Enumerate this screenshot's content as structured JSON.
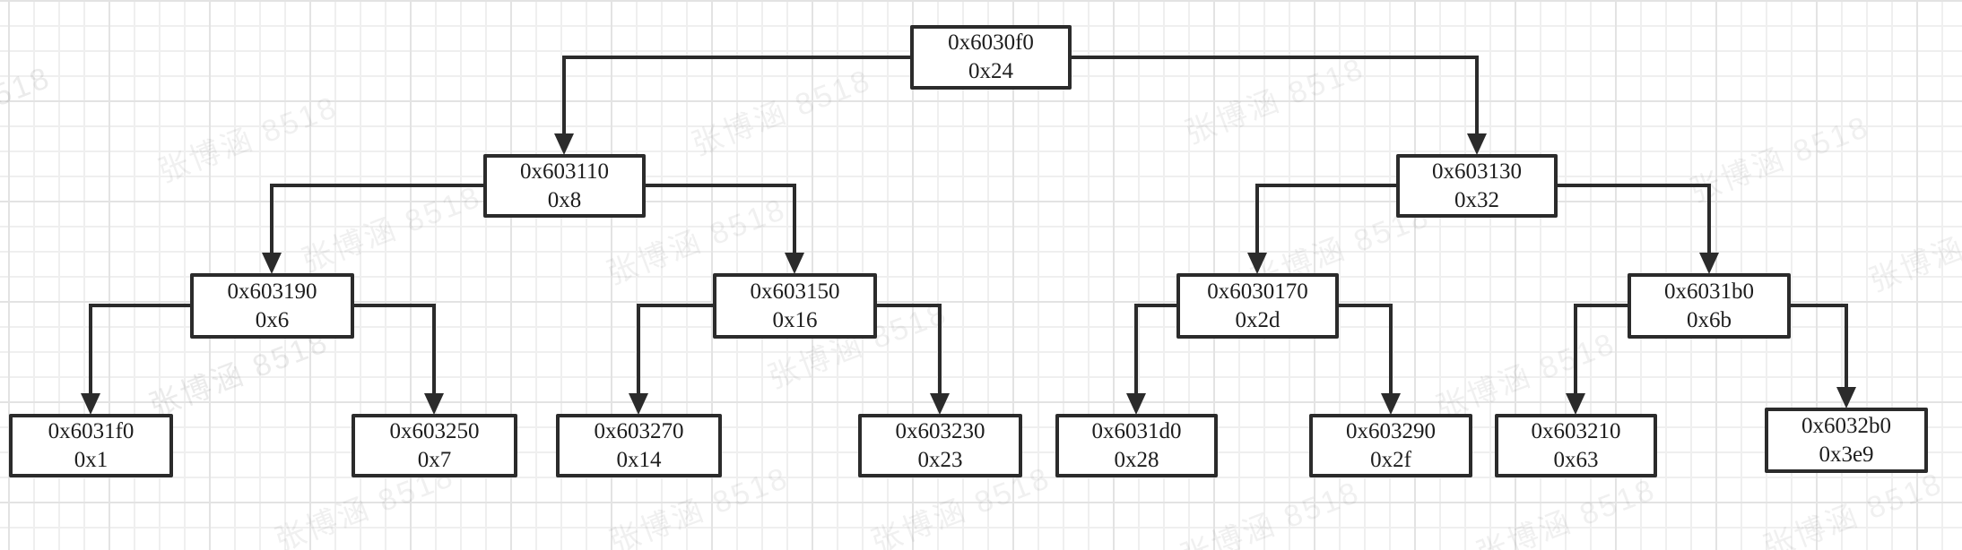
{
  "watermark": {
    "text": "张博涵 8518"
  },
  "diagram": {
    "type": "binary-tree",
    "nodes": [
      {
        "address": "0x6030f0",
        "value": "0x24"
      },
      {
        "address": "0x603110",
        "value": "0x8"
      },
      {
        "address": "0x603130",
        "value": "0x32"
      },
      {
        "address": "0x603190",
        "value": "0x6"
      },
      {
        "address": "0x603150",
        "value": "0x16"
      },
      {
        "address": "0x6030170",
        "value": "0x2d"
      },
      {
        "address": "0x6031b0",
        "value": "0x6b"
      },
      {
        "address": "0x6031f0",
        "value": "0x1"
      },
      {
        "address": "0x603250",
        "value": "0x7"
      },
      {
        "address": "0x603270",
        "value": "0x14"
      },
      {
        "address": "0x603230",
        "value": "0x23"
      },
      {
        "address": "0x6031d0",
        "value": "0x28"
      },
      {
        "address": "0x603290",
        "value": "0x2f"
      },
      {
        "address": "0x603210",
        "value": "0x63"
      },
      {
        "address": "0x6032b0",
        "value": "0x3e9"
      }
    ],
    "edges": [
      {
        "from": "0x6030f0",
        "to": "0x603110"
      },
      {
        "from": "0x6030f0",
        "to": "0x603130"
      },
      {
        "from": "0x603110",
        "to": "0x603190"
      },
      {
        "from": "0x603110",
        "to": "0x603150"
      },
      {
        "from": "0x603130",
        "to": "0x6030170"
      },
      {
        "from": "0x603130",
        "to": "0x6031b0"
      },
      {
        "from": "0x603190",
        "to": "0x6031f0"
      },
      {
        "from": "0x603190",
        "to": "0x603250"
      },
      {
        "from": "0x603150",
        "to": "0x603270"
      },
      {
        "from": "0x603150",
        "to": "0x603230"
      },
      {
        "from": "0x6030170",
        "to": "0x6031d0"
      },
      {
        "from": "0x6030170",
        "to": "0x603290"
      },
      {
        "from": "0x6031b0",
        "to": "0x603210"
      },
      {
        "from": "0x6031b0",
        "to": "0x6032b0"
      }
    ],
    "colors": {
      "node_border": "#2b2b2b",
      "node_fill": "#ffffff",
      "edge": "#2b2b2b",
      "grid_line": "#ededed",
      "watermark": "#ebebeb"
    }
  }
}
